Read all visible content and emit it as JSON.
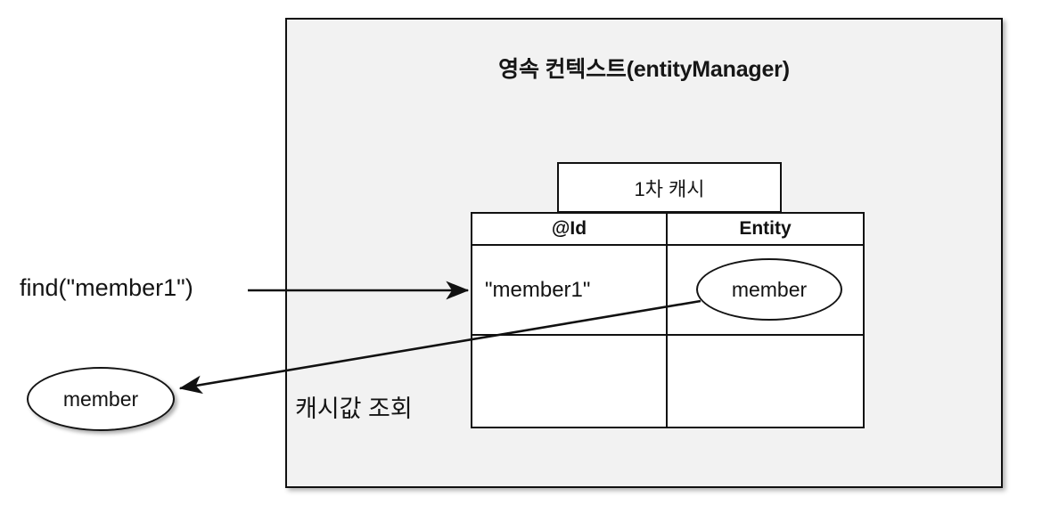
{
  "diagram": {
    "title": "영속 컨텍스트(entityManager)",
    "background_color": "#f2f2f2",
    "border_color": "#111111",
    "cache_tab_label": "1차 캐시",
    "table": {
      "headers": [
        "@Id",
        "Entity"
      ],
      "rows": [
        {
          "id": "\"member1\"",
          "entity": "member"
        },
        {
          "id": "",
          "entity": ""
        }
      ]
    },
    "labels": {
      "find_call": "find(\"member1\")",
      "cache_lookup": "캐시값 조회"
    },
    "result_entity": "member",
    "arrows": [
      {
        "name": "find-request-arrow",
        "from": "find-label",
        "to": "cache-table-id-cell"
      },
      {
        "name": "cache-hit-return-arrow",
        "from": "entity-ellipse",
        "to": "result-ellipse"
      }
    ]
  }
}
